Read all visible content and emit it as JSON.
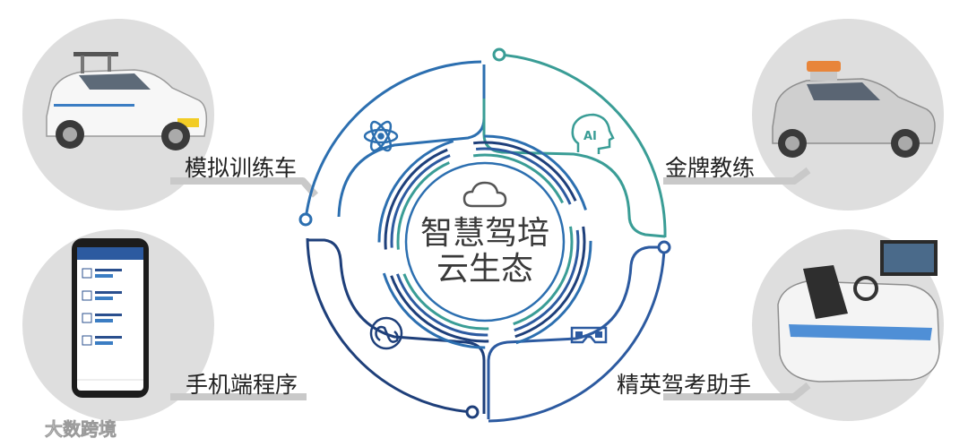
{
  "center": {
    "line1": "智慧驾培",
    "line2": "云生态"
  },
  "nodes": [
    {
      "id": "training-car",
      "label": "模拟训练车",
      "icon": "atom-icon"
    },
    {
      "id": "gold-coach",
      "label": "金牌教练",
      "icon": "ai-head-icon"
    },
    {
      "id": "mobile-app",
      "label": "手机端程序",
      "icon": "mini-program-icon"
    },
    {
      "id": "exam-assistant",
      "label": "精英驾考助手",
      "icon": "vr-glasses-icon"
    }
  ],
  "watermark": {
    "text": "大数跨境"
  },
  "colors": {
    "arc_blue": "#2c6fb0",
    "arc_teal": "#3a9d96",
    "arc_navy": "#1e3f7a",
    "gray_circle": "#dedede",
    "connector": "#c9c9c9"
  }
}
